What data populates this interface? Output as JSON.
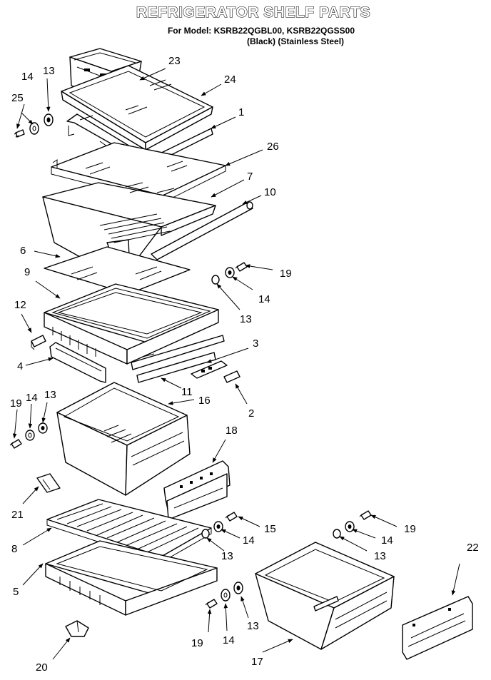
{
  "header": {
    "title": "REFRIGERATOR SHELF PARTS",
    "model_line": "For Model: KSRB22QGBL00, KSRB22QGSS00",
    "variants_line": "(Black) (Stainless Steel)"
  },
  "callouts": {
    "n1": "1",
    "n2": "2",
    "n3": "3",
    "n4": "4",
    "n5": "5",
    "n6": "6",
    "n7": "7",
    "n8": "8",
    "n9": "9",
    "n10": "10",
    "n11": "11",
    "n12": "12",
    "n13a": "13",
    "n13b": "13",
    "n13c": "13",
    "n13d": "13",
    "n13e": "13",
    "n13f": "13",
    "n14a": "14",
    "n14b": "14",
    "n14c": "14",
    "n14d": "14",
    "n14e": "14",
    "n14f": "14",
    "n15": "15",
    "n16": "16",
    "n17": "17",
    "n18": "18",
    "n19a": "19",
    "n19b": "19",
    "n19c": "19",
    "n19d": "19",
    "n20": "20",
    "n21": "21",
    "n22": "22",
    "n23": "23",
    "n24": "24",
    "n25": "25",
    "n26": "26"
  }
}
